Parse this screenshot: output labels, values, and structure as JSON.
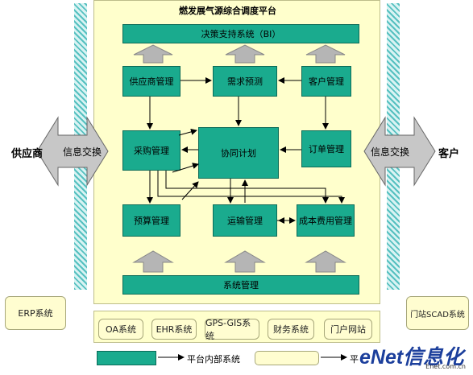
{
  "title": "燃发展气源综合调度平台",
  "top_bar": "决策支持系统（BI）",
  "bottom_bar": "系统管理",
  "modules": {
    "supplier_mgmt": "供应商管理",
    "demand_forecast": "需求预测",
    "customer_mgmt": "客户管理",
    "purchase_mgmt": "采购管理",
    "collab_plan": "协同计划",
    "order_mgmt": "订单管理",
    "budget_mgmt": "预算管理",
    "transport_mgmt": "运输管理",
    "cost_mgmt": "成本费用管理"
  },
  "left_party": "供应商",
  "right_party": "客户",
  "info_exchange_left": "信息交换",
  "info_exchange_right": "信息交换",
  "external_left": "ERP系统",
  "external_right": "门站SCAD系统",
  "bottom_systems": [
    "OA系统",
    "EHR系统",
    "GPS-GIS系统",
    "财务系统",
    "门户网站"
  ],
  "legend": {
    "internal": "平台内部系统",
    "external": "平"
  },
  "watermark": "eNet信息化",
  "watermark_sub": "Enet.com.cn",
  "colors": {
    "platform_bg": "#ffffcc",
    "module": "#1aab8e",
    "arrow_grey": "#b5b5b5",
    "logo_blue": "#1c3f9c",
    "logo_red": "#d31f1f"
  }
}
